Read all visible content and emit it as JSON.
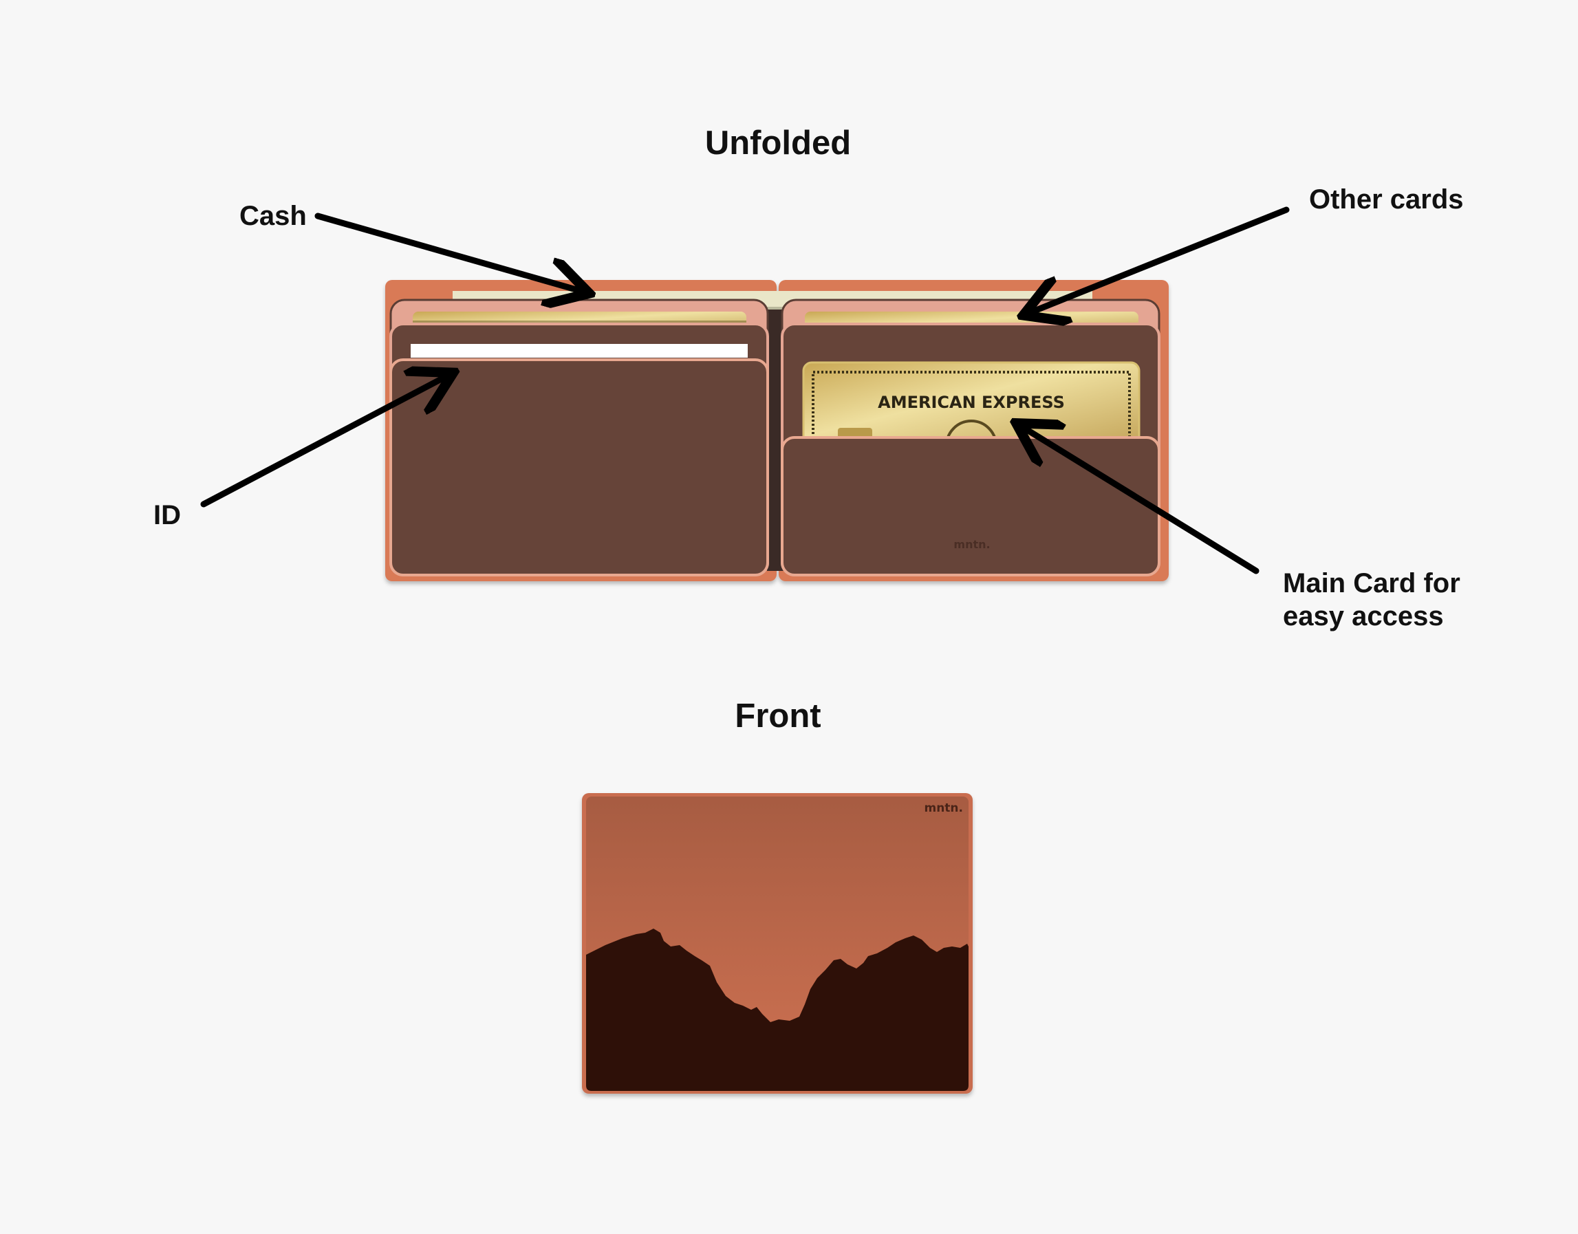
{
  "titles": {
    "unfolded": "Unfolded",
    "front": "Front"
  },
  "annotations": {
    "cash": "Cash",
    "other_cards": "Other cards",
    "id": "ID",
    "main_card": "Main Card for\neasy access"
  },
  "wallet": {
    "card_brand_text": "AMERICAN EXPRESS",
    "brand_mark": "mntn.",
    "colors": {
      "leather_outer": "#d97a57",
      "pocket_pink": "#e4a593",
      "pocket_dark": "#664439",
      "gold_card": "#dcc276",
      "mountain": "#2e1008",
      "sky_top": "#a75c42",
      "sky_bottom": "#cf7252"
    }
  }
}
